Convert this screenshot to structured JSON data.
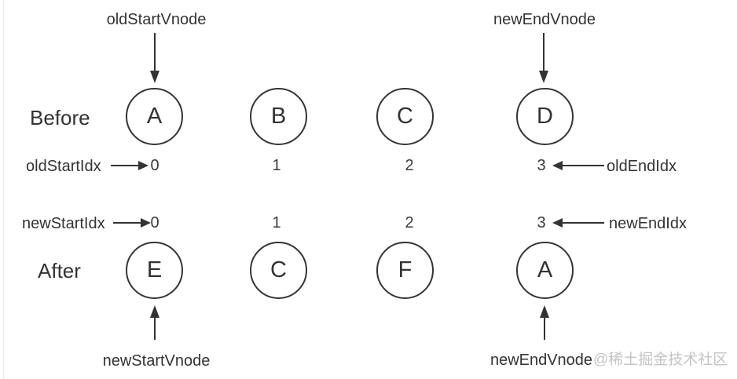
{
  "diagram": {
    "description": "vdom-diff-before-after",
    "top_pointers": {
      "old_start_vnode": "oldStartVnode",
      "new_end_vnode": "newEndVnode"
    },
    "rows": {
      "before": {
        "label": "Before",
        "nodes": [
          "A",
          "B",
          "C",
          "D"
        ]
      },
      "after": {
        "label": "After",
        "nodes": [
          "E",
          "C",
          "F",
          "A"
        ]
      }
    },
    "old_index_row": {
      "start_label": "oldStartIdx",
      "end_label": "oldEndIdx",
      "indices": [
        "0",
        "1",
        "2",
        "3"
      ]
    },
    "new_index_row": {
      "start_label": "newStartIdx",
      "end_label": "newEndIdx",
      "indices": [
        "0",
        "1",
        "2",
        "3"
      ]
    },
    "bottom_pointers": {
      "new_start_vnode": "newStartVnode",
      "new_end_vnode": "newEndVnode"
    },
    "watermark": "@稀土掘金技术社区",
    "colors": {
      "line": "#333333",
      "text": "#333333",
      "watermark": "#c4c4c4",
      "background": "#ffffff"
    }
  }
}
